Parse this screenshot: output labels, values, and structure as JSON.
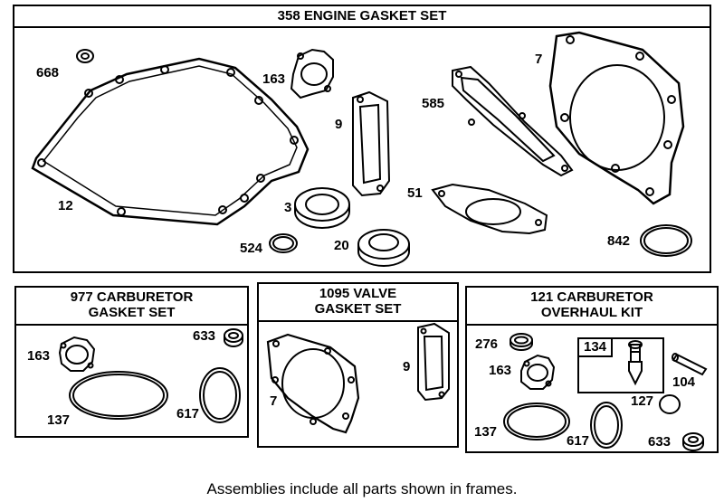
{
  "engine": {
    "title": "358 ENGINE GASKET SET",
    "labels": {
      "p668": "668",
      "p163": "163",
      "p9": "9",
      "p585": "585",
      "p7": "7",
      "p12": "12",
      "p3": "3",
      "p51": "51",
      "p524": "524",
      "p20": "20",
      "p842": "842"
    }
  },
  "carb_gasket": {
    "title_line1": "977 CARBURETOR",
    "title_line2": "GASKET SET",
    "labels": {
      "p163": "163",
      "p633": "633",
      "p137": "137",
      "p617": "617"
    }
  },
  "valve_gasket": {
    "title_line1": "1095 VALVE",
    "title_line2": "GASKET SET",
    "labels": {
      "p7": "7",
      "p9": "9"
    }
  },
  "carb_overhaul": {
    "title_line1": "121 CARBURETOR",
    "title_line2": "OVERHAUL KIT",
    "labels": {
      "p276": "276",
      "p163": "163",
      "p134": "134",
      "p104": "104",
      "p127": "127",
      "p137": "137",
      "p617": "617",
      "p633": "633"
    }
  },
  "caption": "Assemblies include all parts shown in frames."
}
